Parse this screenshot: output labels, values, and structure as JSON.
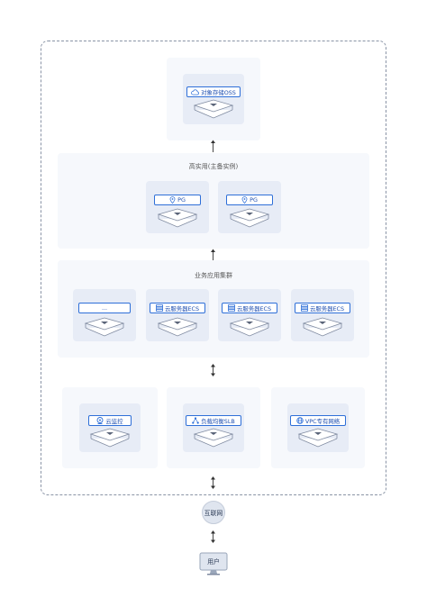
{
  "colors": {
    "accent": "#2e6fd8",
    "panel_bg": "#f6f8fc",
    "card_bg": "#e7ecf6",
    "frame_border": "#8a94a6"
  },
  "oss": {
    "label": "对象存储OSS",
    "icon": "cloud-icon"
  },
  "ha": {
    "title": "高实用(主备实例)",
    "items": [
      {
        "label": "PG",
        "icon": "location-pin-icon"
      },
      {
        "label": "PG",
        "icon": "location-pin-icon"
      }
    ]
  },
  "cluster": {
    "title": "业务应用集群",
    "items": [
      {
        "label": "...",
        "icon": ""
      },
      {
        "label": "云服务器ECS",
        "icon": "server-icon"
      },
      {
        "label": "云服务器ECS",
        "icon": "server-icon"
      },
      {
        "label": "云服务器ECS",
        "icon": "server-icon"
      }
    ]
  },
  "services": [
    {
      "label": "云监控",
      "icon": "monitor-icon"
    },
    {
      "label": "负载均衡SLB",
      "icon": "network-nodes-icon"
    },
    {
      "label": "VPC专有网络",
      "icon": "globe-icon"
    }
  ],
  "internet": {
    "label": "互联网"
  },
  "user": {
    "label": "用户",
    "icon": "computer-monitor-icon"
  }
}
